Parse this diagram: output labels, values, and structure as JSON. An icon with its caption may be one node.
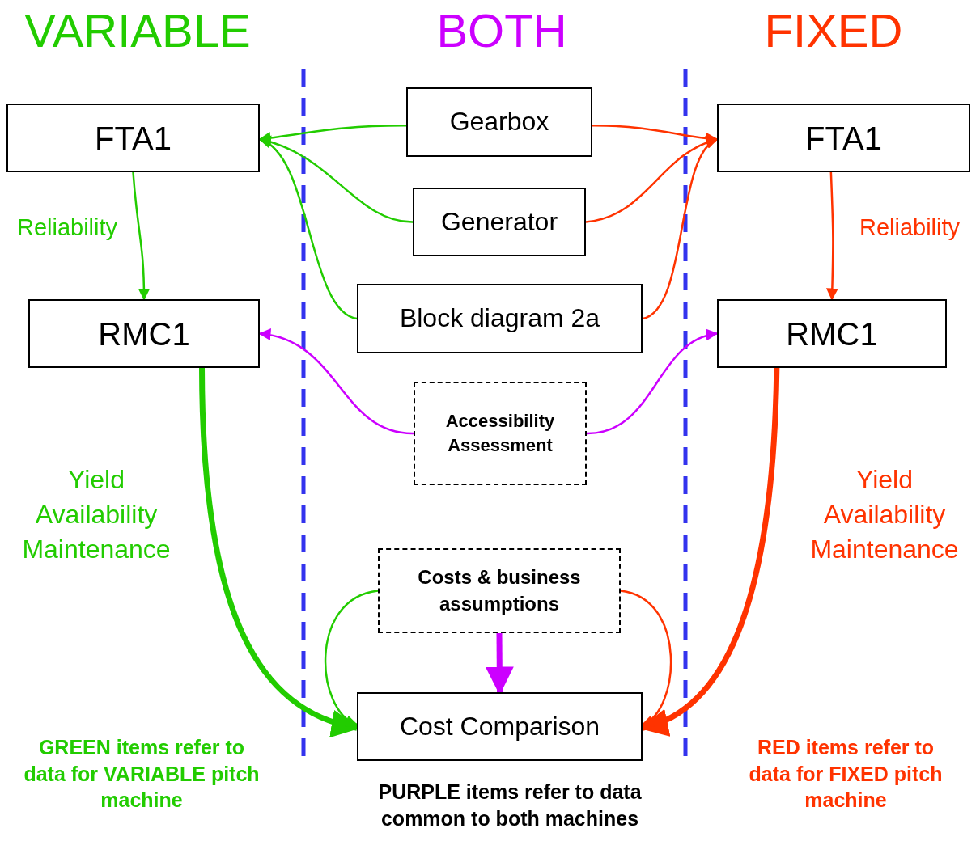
{
  "diagram": {
    "nodes": [
      {
        "text": [
          "FTA1"
        ]
      },
      {
        "text": [
          "RMC1"
        ]
      },
      {
        "text": [
          "Gearbox"
        ]
      },
      {
        "text": [
          "Generator"
        ]
      },
      {
        "text": [
          "Block diagram 2a"
        ]
      },
      {
        "text": [
          "Accessibility Assessment"
        ]
      },
      {
        "text": [
          "Costs & business assumptions"
        ]
      },
      {
        "text": [
          "Cost Comparison"
        ]
      },
      {
        "text": [
          "FTA1"
        ]
      },
      {
        "text": [
          "RMC1"
        ]
      }
    ],
    "edges": [
      {
        "from": 2,
        "to": 0,
        "arrow": "to",
        "color": "#22cc00"
      },
      {
        "from": 3,
        "to": 0,
        "arrow": "to",
        "color": "#22cc00"
      },
      {
        "from": 4,
        "to": 0,
        "arrow": "to",
        "color": "#22cc00"
      },
      {
        "from": 2,
        "to": 8,
        "arrow": "to",
        "color": "#ff3300"
      },
      {
        "from": 3,
        "to": 8,
        "arrow": "to",
        "color": "#ff3300"
      },
      {
        "from": 4,
        "to": 8,
        "arrow": "to",
        "color": "#ff3300"
      },
      {
        "from": 0,
        "to": 1,
        "arrow": "to",
        "label": "Reliability",
        "color": "#22cc00"
      },
      {
        "from": 8,
        "to": 9,
        "arrow": "to",
        "label": "Reliability",
        "color": "#ff3300"
      },
      {
        "from": 5,
        "to": 1,
        "arrow": "to",
        "color": "#cc00ff"
      },
      {
        "from": 5,
        "to": 9,
        "arrow": "to",
        "color": "#cc00ff"
      },
      {
        "from": 1,
        "to": 7,
        "arrow": "to",
        "label": "Yield Availability Maintenance",
        "style": "thick",
        "color": "#22cc00"
      },
      {
        "from": 9,
        "to": 7,
        "arrow": "to",
        "label": "Yield Availability Maintenance",
        "style": "thick",
        "color": "#ff3300"
      },
      {
        "from": 6,
        "to": 7,
        "arrow": "to",
        "style": "thick",
        "color": "#cc00ff"
      },
      {
        "from": 6,
        "to": 7,
        "arrow": "to",
        "color": "#22cc00"
      },
      {
        "from": 6,
        "to": 7,
        "arrow": "to",
        "color": "#ff3300"
      }
    ],
    "labels": [
      "VARIABLE",
      "BOTH",
      "FIXED",
      "GREEN items refer to data for VARIABLE pitch machine",
      "PURPLE items refer to data common to both machines",
      "RED items refer to data for FIXED pitch machine"
    ]
  }
}
